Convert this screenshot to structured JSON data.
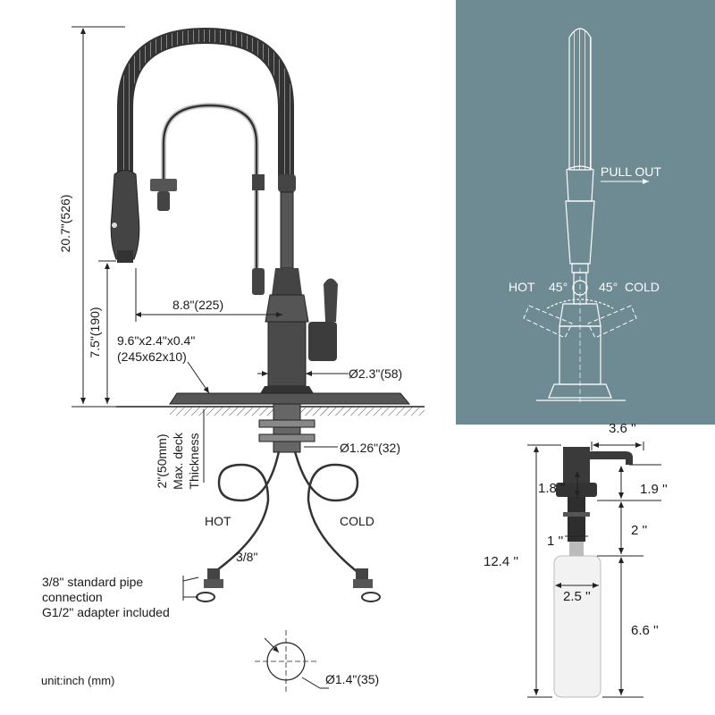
{
  "colors": {
    "right_panel_bg": "#6e8a92",
    "line": "#222222",
    "faucet_body": "#3a3a3a",
    "bottle": "#f2f2f2"
  },
  "faucet": {
    "height": "20.7\"(526)",
    "spout_height": "7.5\"(190)",
    "reach": "8.8\"(225)",
    "deck_plate": "9.6\"x2.4\"x0.4\"",
    "deck_plate_mm": "(245x62x10)",
    "base_diameter": "Ø2.3\"(58)",
    "shank_diameter": "Ø1.26\"(32)",
    "deck_thickness_1": "2\"(50mm)",
    "deck_thickness_2": "Max. deck",
    "deck_thickness_3": "Thickness",
    "hot": "HOT",
    "cold": "COLD",
    "hose_size": "3/8\"",
    "pipe_note_1": "3/8\" standard pipe",
    "pipe_note_2": "connection",
    "pipe_note_3": "G1/2\" adapter included",
    "hole_diameter": "Ø1.4\"(35)",
    "unit": "unit:inch (mm)"
  },
  "pullout": {
    "label": "PULL OUT",
    "hot": "HOT",
    "cold": "COLD",
    "angle_left": "45°",
    "angle_right": "45°"
  },
  "dispenser": {
    "width": "3.6 ''",
    "pump_height": "1.8 ''",
    "spout_drop": "1.9 ''",
    "shank": "2 ''",
    "shank_width": "1 ''",
    "total_height": "12.4 ''",
    "bottle_width": "2.5 ''",
    "bottle_height": "6.6 ''"
  }
}
